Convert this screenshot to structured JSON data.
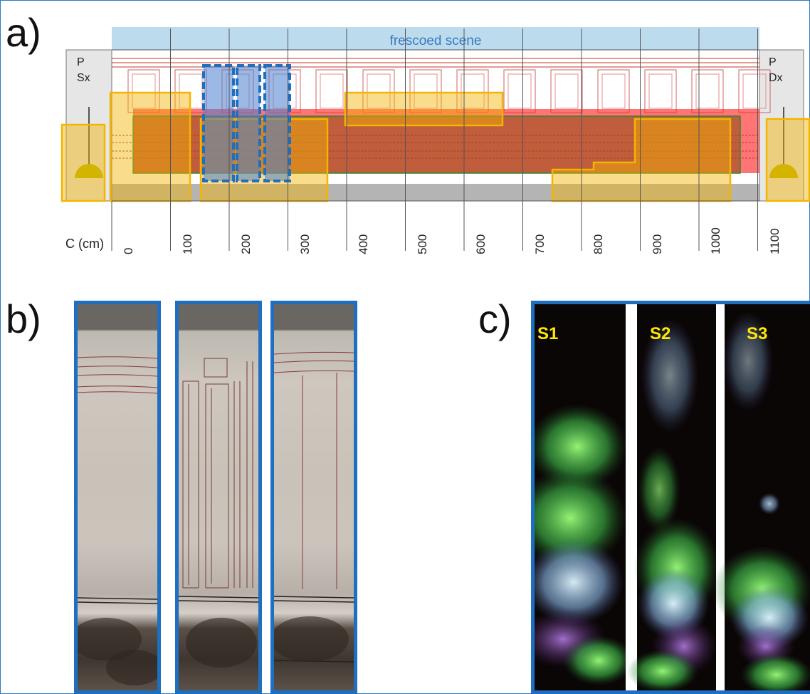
{
  "panel_labels": {
    "a": "a)",
    "b": "b)",
    "c": "c)"
  },
  "diagram": {
    "banner_label": "frescoed scene",
    "left_pier": {
      "line1": "P",
      "line2": "Sx"
    },
    "right_pier": {
      "line1": "P",
      "line2": "Dx"
    },
    "axis_title": "C (cm)",
    "tick_labels": [
      "0",
      "100",
      "200",
      "300",
      "400",
      "500",
      "600",
      "700",
      "800",
      "900",
      "1000",
      "1100"
    ]
  },
  "hyperspectral": {
    "strip_labels": [
      "S1",
      "S2",
      "S3"
    ]
  },
  "colors": {
    "blue_frame": "#1f6fc0",
    "yellow_label": "#ffe800",
    "banner": "#bcdcee",
    "red_band": "#ff2a2a",
    "orange_area": "#f4b400",
    "brown_area": "#9b5a1a"
  }
}
